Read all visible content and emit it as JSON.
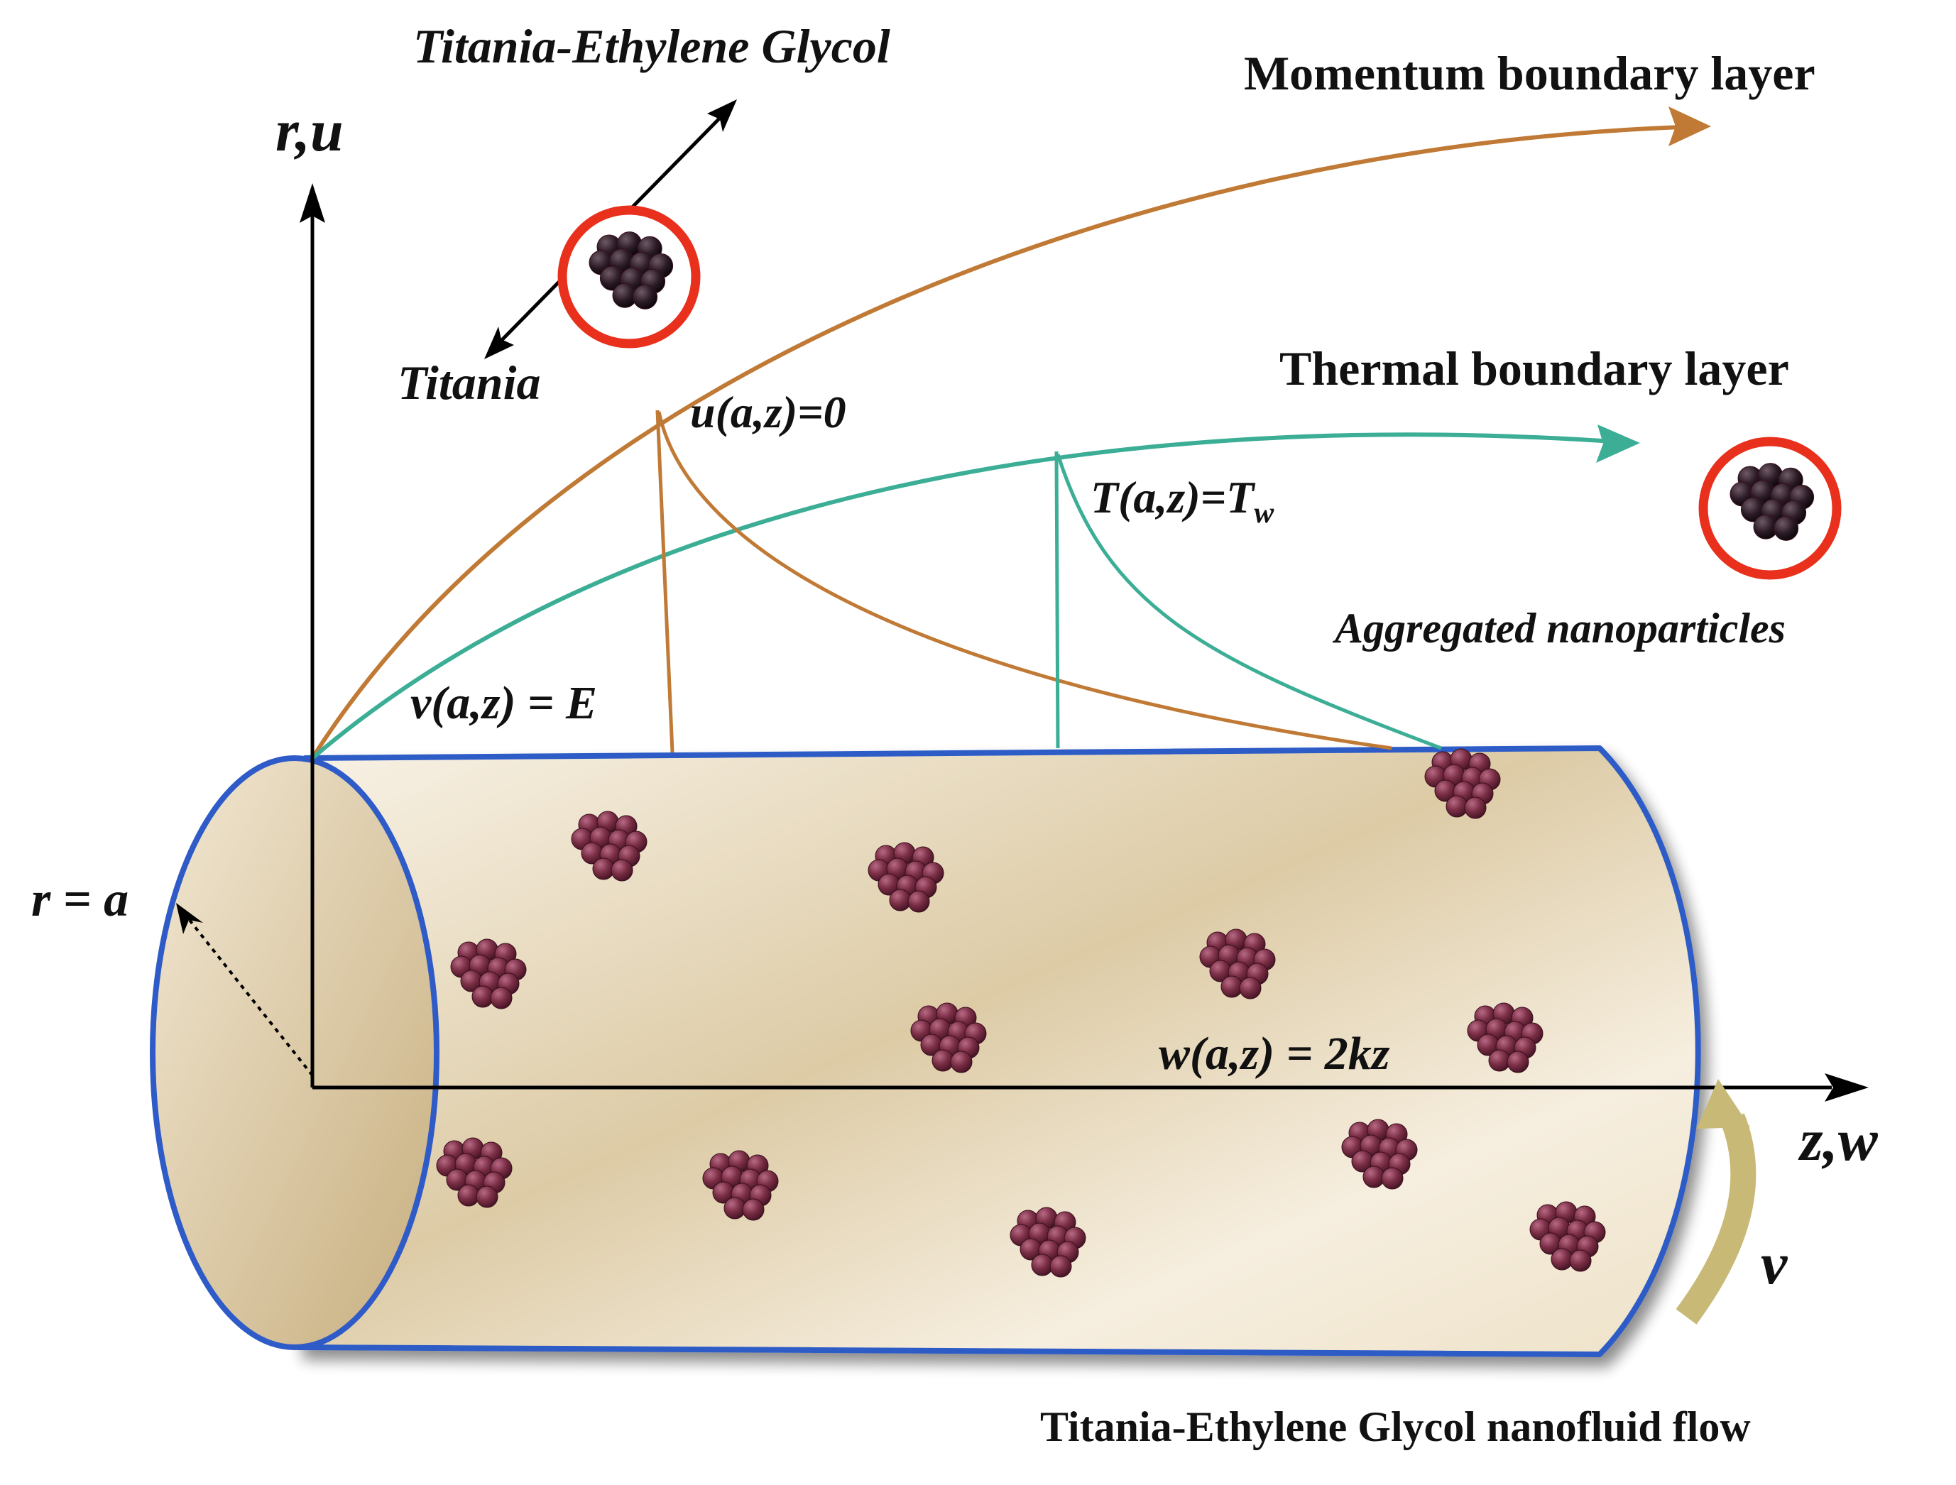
{
  "labels": {
    "composite_title": "Titania-Ethylene Glycol",
    "particle_label": "Titania",
    "momentum_label": "Momentum boundary layer",
    "thermal_label": "Thermal boundary layer",
    "aggregated_label": "Aggregated nanoparticles",
    "radial_axis_label": "r,u",
    "axial_axis_label": "z,w",
    "radius_label": "r = a",
    "velocity_bc_u": "u(a,z)=0",
    "temperature_bc_base": "T(a,z)=T",
    "temperature_bc_sub": "w",
    "velocity_bc_v": "v(a,z) = E",
    "velocity_bc_w": "w(a,z) = 2kz",
    "swirl_label": "v",
    "caption": "Titania-Ethylene Glycol nanofluid flow"
  },
  "colors": {
    "momentum_layer": "#C07A35",
    "thermal_layer": "#3BAE95",
    "cylinder_outline": "#2E5BC7",
    "cylinder_fill": "#DDCBA6",
    "cylinder_highlight": "#F8F2E6",
    "particle": "#7A2E45",
    "dark_particle": "#2B1B26",
    "marker_ring": "#E8301C",
    "swirl_arrow": "#C9B977",
    "axis": "#000000"
  },
  "icons": {
    "composite_marker": "aggregated-nanoparticle-cluster-icon",
    "aggregate_marker": "aggregated-nanoparticle-cluster-icon",
    "swirl_arrow": "curved-arrow-icon"
  }
}
